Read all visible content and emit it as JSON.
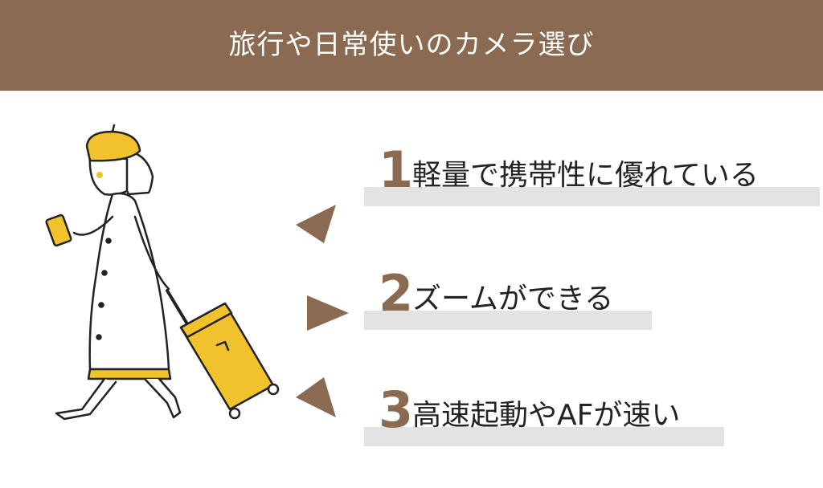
{
  "title": "旅行や日常使いのカメラ選び",
  "colors": {
    "header_bg": "#8a6a50",
    "accent": "#8a6a50",
    "highlight_bar": "#e3e3e3",
    "illustration_yellow": "#f2c22c"
  },
  "illustration": {
    "icon": "woman-with-suitcase-illustration"
  },
  "items": [
    {
      "number": "1",
      "text": "軽量で携帯性に優れている"
    },
    {
      "number": "2",
      "text": "ズームができる"
    },
    {
      "number": "3",
      "text": "高速起動やAFが速い"
    }
  ]
}
